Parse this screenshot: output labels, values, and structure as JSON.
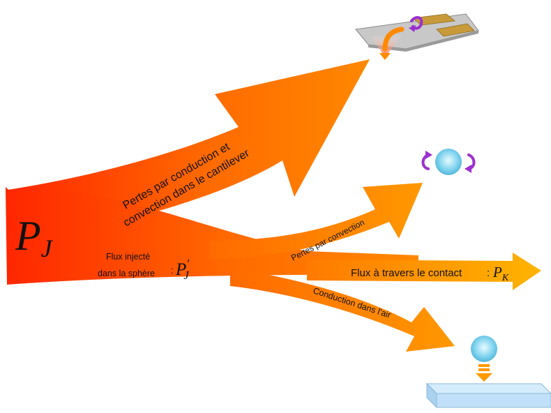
{
  "main_symbol": {
    "letter": "P",
    "sub": "J"
  },
  "labels": {
    "cantilever_line1": "Pertes par conduction et",
    "cantilever_line2": "convection dans le cantilever",
    "sphere_flux_line1": "Flux injecté",
    "sphere_flux_line2": "dans la sphère",
    "sphere_flux_symbol": "P",
    "sphere_flux_prime": "′",
    "sphere_flux_sub": "J",
    "convection": "Pertes par convection",
    "contact": "Flux à travers le contact",
    "contact_colon": ":",
    "contact_symbol": "P",
    "contact_sub": "K",
    "air_conduction": "Conduction dans l'air"
  },
  "colors": {
    "arrow_start": "#ff2a00",
    "arrow_mid": "#ff7a00",
    "arrow_end": "#ffb000",
    "rotation_arrow": "#9b30d0",
    "sphere": "#7fd3ee",
    "substrate": "#bfe0f8",
    "cantilever": "#c8c8c8",
    "pad": "#c89a3a"
  },
  "icons": [
    "cantilever-probe-icon",
    "sphere-convection-icon",
    "sphere-on-substrate-icon"
  ]
}
